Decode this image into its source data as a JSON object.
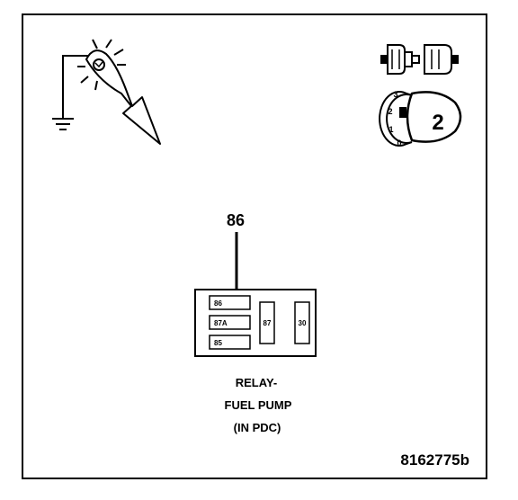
{
  "colors": {
    "line": "#000000",
    "background": "#ffffff"
  },
  "icons": [
    "test-light-icon",
    "ground-symbol-icon",
    "connector-disconnect-icon",
    "ignition-key-icon"
  ],
  "ignition": {
    "positions": [
      "3",
      "2",
      "1",
      "0"
    ],
    "key_label": "2"
  },
  "pointer_label": "86",
  "relay": {
    "pins": {
      "p86": "86",
      "p87a": "87A",
      "p85": "85",
      "p87": "87",
      "p30": "30"
    },
    "title_line1": "RELAY-",
    "title_line2": "FUEL PUMP",
    "title_line3": "(IN PDC)"
  },
  "figure_id": "8162775b"
}
